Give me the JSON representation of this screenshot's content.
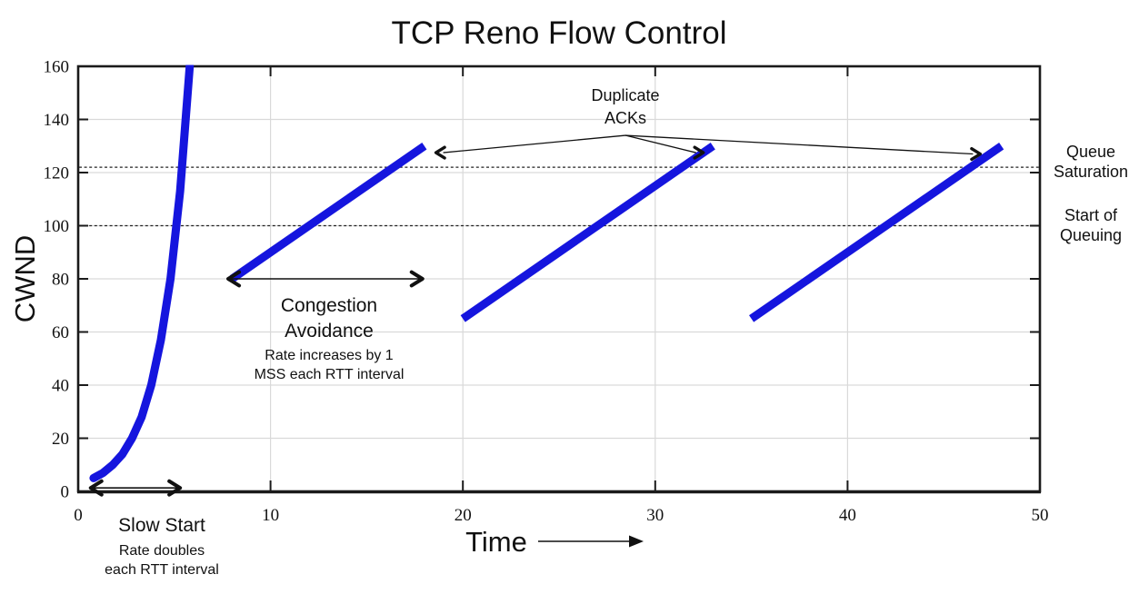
{
  "chart_data": {
    "type": "line",
    "title": "TCP Reno Flow Control",
    "xlabel": "Time",
    "ylabel": "CWND",
    "xlim": [
      0,
      50
    ],
    "ylim": [
      0,
      160
    ],
    "x_ticks": [
      0,
      10,
      20,
      30,
      40,
      50
    ],
    "y_ticks": [
      0,
      20,
      40,
      60,
      80,
      100,
      120,
      140,
      160
    ],
    "grid": true,
    "legend": "none",
    "colors": {
      "line": "#1515DE",
      "grid": "#d9d9d9",
      "axis": "#1a1a1a",
      "reference": "#222222",
      "text": "#111111"
    },
    "series": [
      {
        "name": "slow-start",
        "x": [
          0.8,
          1.3,
          1.8,
          2.3,
          2.8,
          3.3,
          3.8,
          4.3,
          4.8,
          5.3,
          5.8
        ],
        "y": [
          5,
          7,
          10,
          14,
          20,
          28,
          40,
          57,
          80,
          113,
          160
        ]
      },
      {
        "name": "congestion-avoidance-1",
        "x": [
          8,
          18
        ],
        "y": [
          80,
          130
        ]
      },
      {
        "name": "congestion-avoidance-2",
        "x": [
          20,
          33
        ],
        "y": [
          65,
          130
        ]
      },
      {
        "name": "congestion-avoidance-3",
        "x": [
          35,
          48
        ],
        "y": [
          65,
          130
        ]
      }
    ],
    "reference_lines": [
      {
        "y": 122,
        "style": "dashed",
        "label_lines": [
          "Queue",
          "Saturation"
        ]
      },
      {
        "y": 100,
        "style": "dashed",
        "label_lines": [
          "Start of",
          "Queuing"
        ]
      }
    ],
    "annotations": {
      "slow_start": {
        "lines": [
          "Slow Start",
          "Rate doubles",
          "each RTT interval"
        ]
      },
      "congestion_avoidance": {
        "lines": [
          "Congestion",
          "Avoidance",
          "Rate increases by 1",
          "MSS each RTT interval"
        ]
      },
      "duplicate_acks": {
        "lines": [
          "Duplicate",
          "ACKs"
        ]
      }
    },
    "range_arrows": [
      {
        "x1": 0.65,
        "x2": 5.3,
        "y": 1.3,
        "refers_to": "slow_start"
      },
      {
        "x1": 7.8,
        "x2": 17.9,
        "y": 80,
        "refers_to": "congestion_avoidance"
      }
    ],
    "pointer_arrows": {
      "vertex": {
        "x": 28.45,
        "y": 134
      },
      "targets": [
        {
          "x": 18.6,
          "y": 127.5,
          "dir": "left"
        },
        {
          "x": 32.5,
          "y": 127.5,
          "dir": "right"
        },
        {
          "x": 46.9,
          "y": 127.0,
          "dir": "right"
        }
      ]
    }
  }
}
